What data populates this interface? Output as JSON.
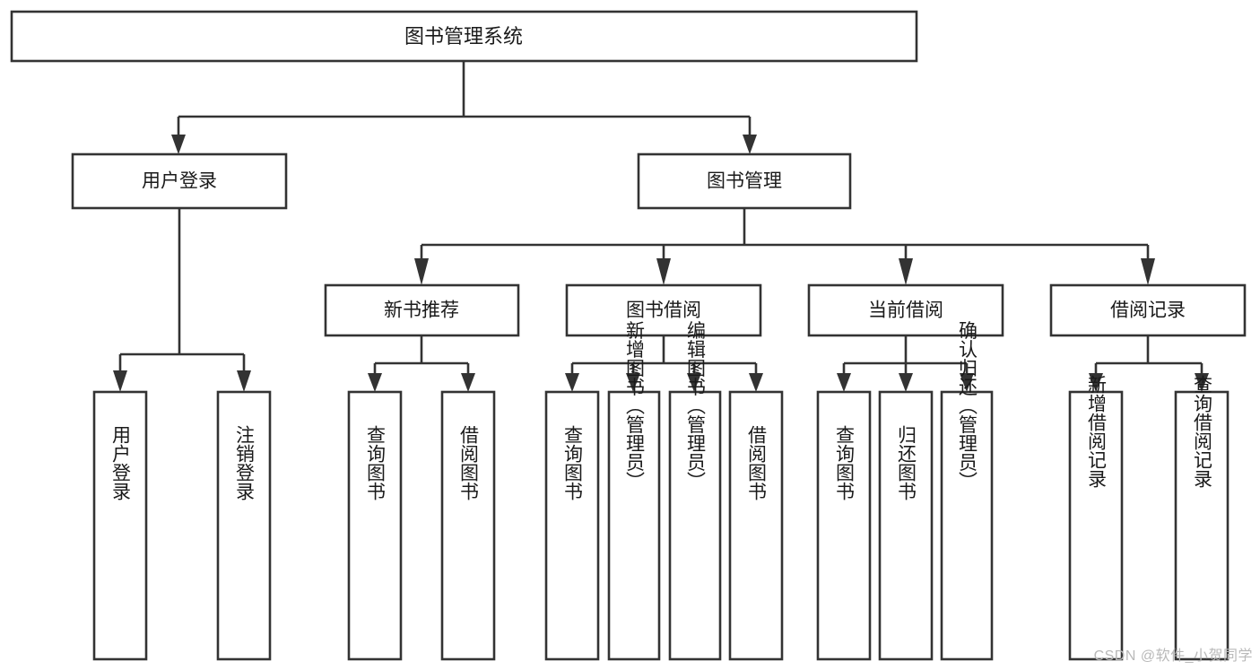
{
  "diagram": {
    "title": "图书管理系统",
    "type": "hierarchy-tree",
    "colors": {
      "border": "#333333",
      "background": "#ffffff",
      "text": "#1a1a1a",
      "watermark": "#b9b9b9"
    },
    "levels": {
      "root": {
        "label": "图书管理系统"
      },
      "level2": [
        {
          "label": "用户登录"
        },
        {
          "label": "图书管理"
        }
      ],
      "level3": [
        {
          "label": "新书推荐"
        },
        {
          "label": "图书借阅"
        },
        {
          "label": "当前借阅"
        },
        {
          "label": "借阅记录"
        }
      ],
      "leaves": {
        "user_login": [
          {
            "label": "用户登录"
          },
          {
            "label": "注销登录"
          }
        ],
        "new_book_recommend": [
          {
            "label": "查询图书"
          },
          {
            "label": "借阅图书"
          }
        ],
        "book_borrow": [
          {
            "label": "查询图书"
          },
          {
            "label": "新增图书（管理员）"
          },
          {
            "label": "编辑图书（管理员）"
          },
          {
            "label": "借阅图书"
          }
        ],
        "current_borrow": [
          {
            "label": "查询图书"
          },
          {
            "label": "归还图书"
          },
          {
            "label": "确认归还（管理员）"
          }
        ],
        "borrow_record": [
          {
            "label": "新增借阅记录"
          },
          {
            "label": "查询借阅记录"
          }
        ]
      }
    }
  },
  "watermark": {
    "text": "CSDN @软件_小贺同学"
  }
}
